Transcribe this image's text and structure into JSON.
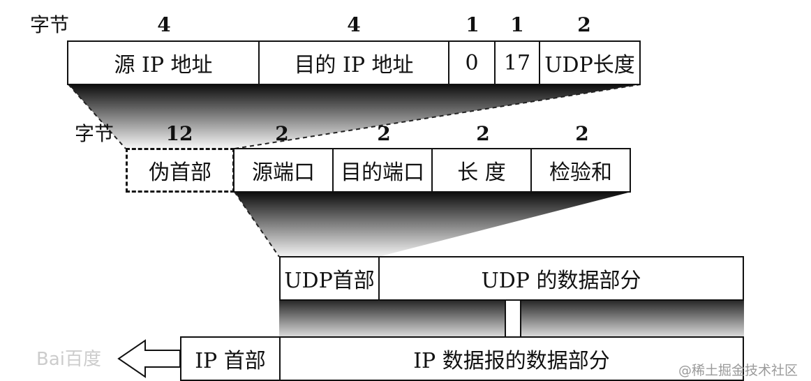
{
  "ip_pseudo_header": {
    "unit_label": "字节",
    "byte_sizes": [
      "4",
      "4",
      "1",
      "1",
      "2"
    ],
    "fields": [
      "源 IP 地址",
      "目的 IP 地址",
      "0",
      "17",
      "UDP长度"
    ]
  },
  "udp_header": {
    "unit_label": "字节",
    "byte_sizes": [
      "12",
      "2",
      "2",
      "2",
      "2"
    ],
    "pseudo_header_label": "伪首部",
    "fields": [
      "源端口",
      "目的端口",
      "长 度",
      "检验和"
    ]
  },
  "udp_datagram": {
    "header_label": "UDP首部",
    "data_label": "UDP 的数据部分"
  },
  "ip_datagram": {
    "header_label": "IP 首部",
    "data_label": "IP 数据报的数据部分"
  },
  "watermarks": {
    "left": "Bai百度",
    "right": "@稀土掘金技术社区"
  }
}
